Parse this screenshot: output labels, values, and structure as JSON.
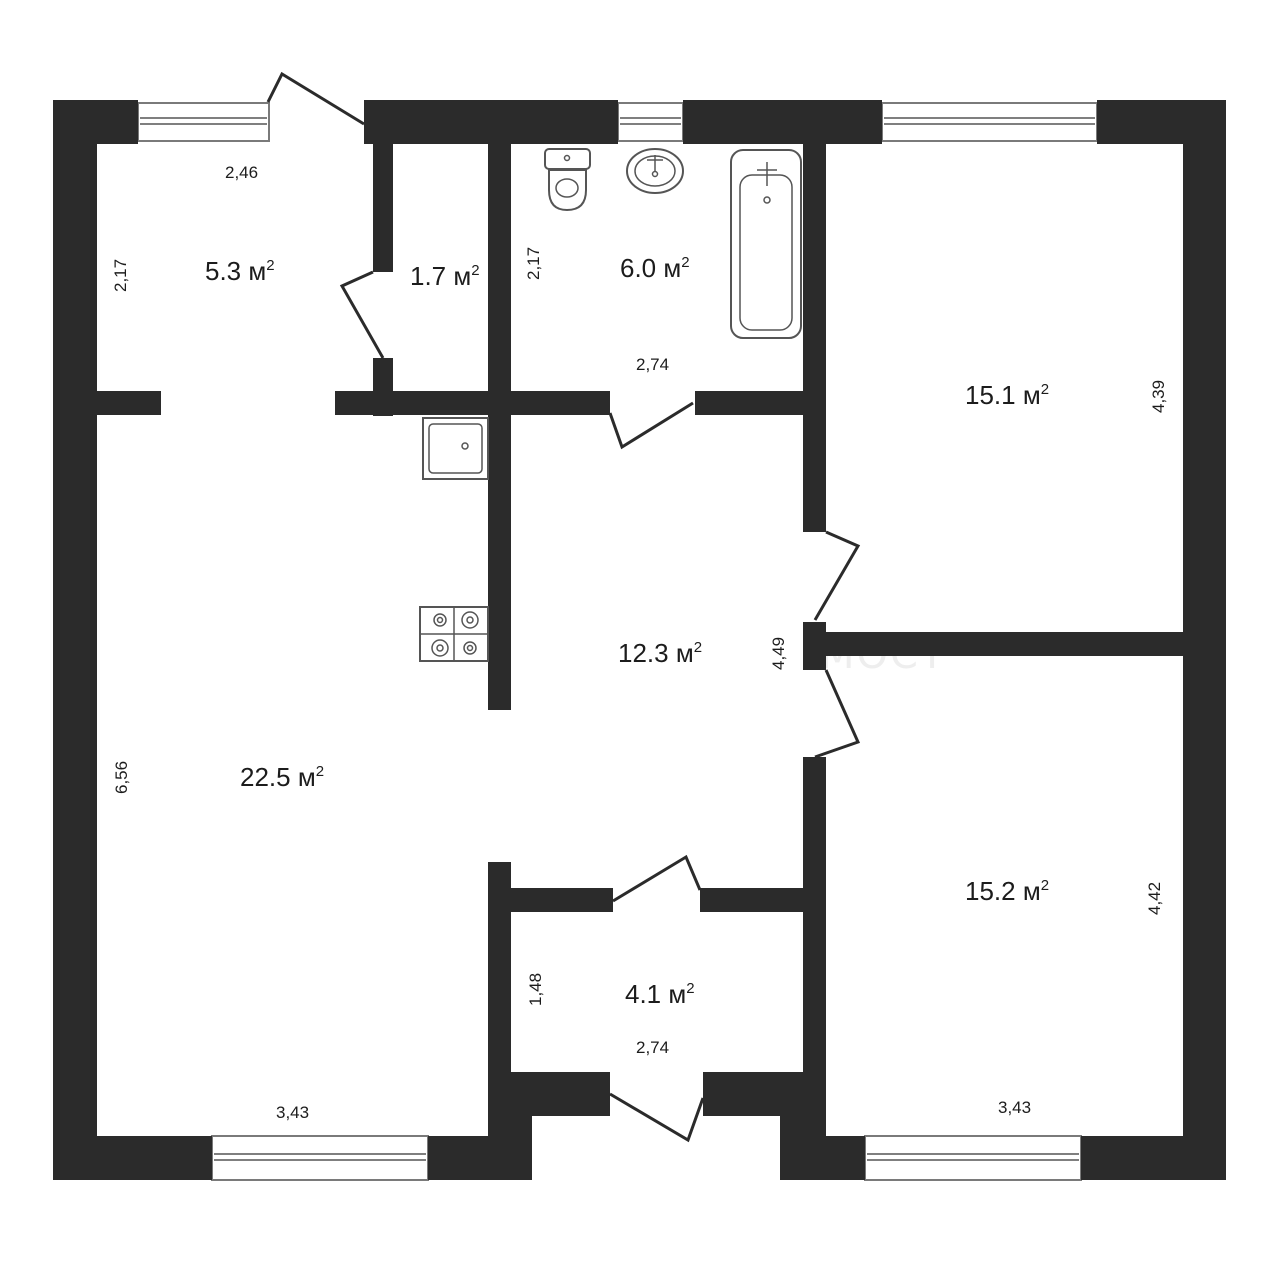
{
  "watermark": "МОСТ",
  "rooms": [
    {
      "id": "hallway",
      "area": "5.3 м",
      "sup": "2"
    },
    {
      "id": "wc",
      "area": "1.7 м",
      "sup": "2"
    },
    {
      "id": "bathroom",
      "area": "6.0 м",
      "sup": "2"
    },
    {
      "id": "bedroom-north",
      "area": "15.1 м",
      "sup": "2"
    },
    {
      "id": "corridor",
      "area": "12.3 м",
      "sup": "2"
    },
    {
      "id": "living-kitchen",
      "area": "22.5 м",
      "sup": "2"
    },
    {
      "id": "bedroom-south",
      "area": "15.2 м",
      "sup": "2"
    },
    {
      "id": "storage",
      "area": "4.1 м",
      "sup": "2"
    }
  ],
  "dimensions": {
    "hallway_width": "2,46",
    "hallway_height": "2,17",
    "bathroom_height": "2,17",
    "bathroom_width": "2,74",
    "bedroom_north_height": "4,39",
    "corridor_height": "4,49",
    "living_height": "6,56",
    "living_width": "3,43",
    "bedroom_south_height": "4,42",
    "bedroom_south_width": "3,43",
    "storage_height": "1,48",
    "storage_width": "2,74"
  }
}
